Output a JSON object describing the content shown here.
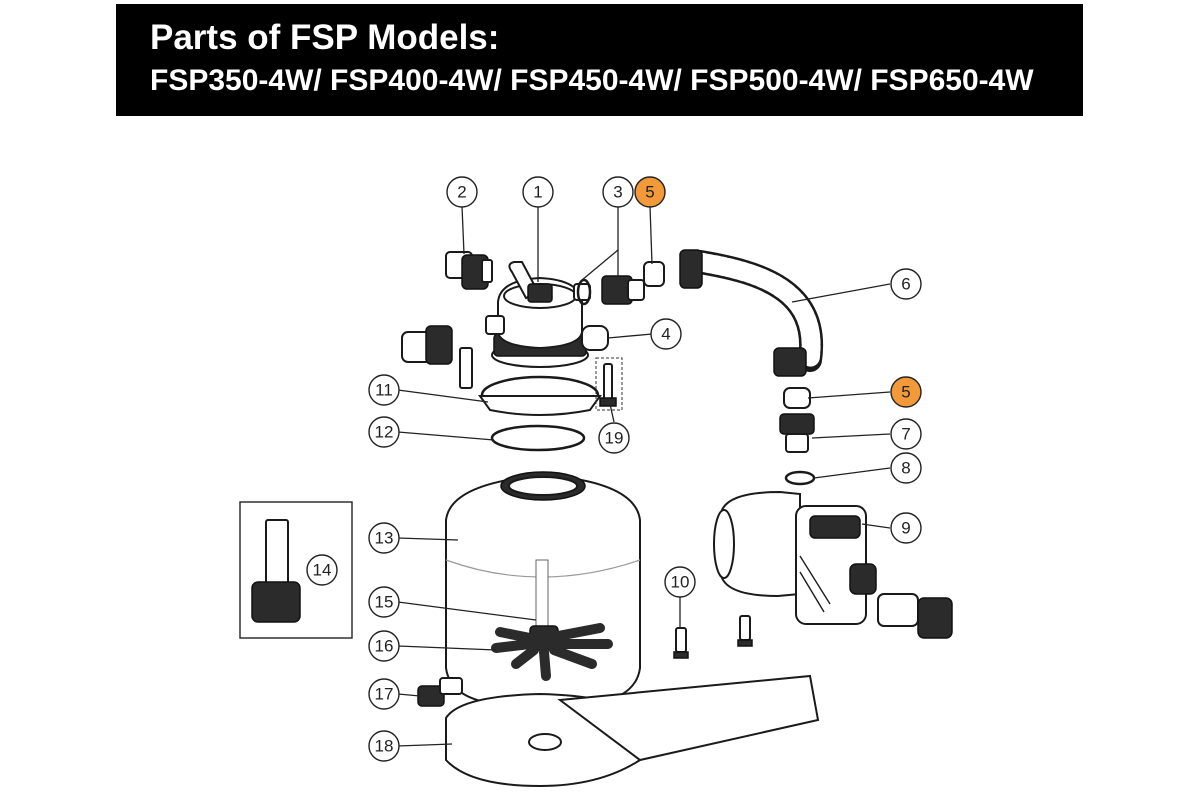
{
  "header": {
    "title": "Parts of FSP Models:",
    "models": "FSP350-4W/ FSP400-4W/ FSP450-4W/ FSP500-4W/ FSP650-4W"
  },
  "colors": {
    "header_bg": "#000000",
    "header_text": "#ffffff",
    "highlight": "#f29a3a"
  },
  "callouts": [
    {
      "label": "1",
      "highlighted": false
    },
    {
      "label": "2",
      "highlighted": false
    },
    {
      "label": "3",
      "highlighted": false
    },
    {
      "label": "5",
      "highlighted": true
    },
    {
      "label": "4",
      "highlighted": false
    },
    {
      "label": "6",
      "highlighted": false
    },
    {
      "label": "5",
      "highlighted": true
    },
    {
      "label": "7",
      "highlighted": false
    },
    {
      "label": "8",
      "highlighted": false
    },
    {
      "label": "9",
      "highlighted": false
    },
    {
      "label": "10",
      "highlighted": false
    },
    {
      "label": "11",
      "highlighted": false
    },
    {
      "label": "12",
      "highlighted": false
    },
    {
      "label": "13",
      "highlighted": false
    },
    {
      "label": "14",
      "highlighted": false
    },
    {
      "label": "15",
      "highlighted": false
    },
    {
      "label": "16",
      "highlighted": false
    },
    {
      "label": "17",
      "highlighted": false
    },
    {
      "label": "18",
      "highlighted": false
    },
    {
      "label": "19",
      "highlighted": false
    }
  ]
}
